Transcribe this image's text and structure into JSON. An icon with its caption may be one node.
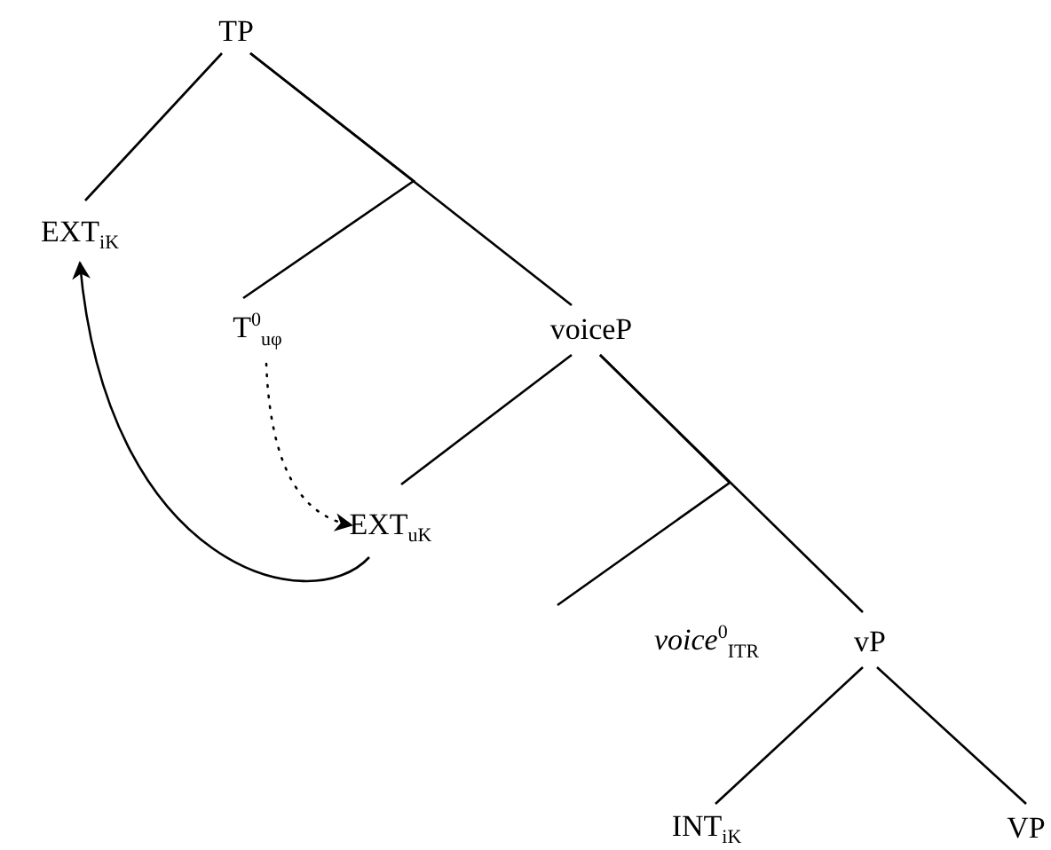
{
  "diagram": {
    "nodes": [
      {
        "text": [
          "TP"
        ]
      },
      {
        "text": [
          "EXT$_{iK}$"
        ]
      },
      {
        "text": [
          "T$^{0}$$_{uφ}$"
        ]
      },
      {
        "text": [
          "voiceP"
        ]
      },
      {
        "text": [
          "EXT$_{uK}$"
        ]
      },
      {
        "text": [
          "*voice*$^{0}$$_{ITR}$"
        ]
      },
      {
        "text": [
          "vP"
        ]
      },
      {
        "text": [
          "INT$_{iK}$"
        ]
      },
      {
        "text": [
          "VP"
        ]
      }
    ],
    "edges": [
      {
        "from": 0,
        "to": 1,
        "arrow": "none"
      },
      {
        "from": 0,
        "to": 2,
        "arrow": "none"
      },
      {
        "from": 0,
        "to": 3,
        "arrow": "none"
      },
      {
        "from": 3,
        "to": 4,
        "arrow": "none"
      },
      {
        "from": 3,
        "to": 5,
        "arrow": "none"
      },
      {
        "from": 3,
        "to": 6,
        "arrow": "none"
      },
      {
        "from": 6,
        "to": 7,
        "arrow": "none"
      },
      {
        "from": 6,
        "to": 8,
        "arrow": "none"
      },
      {
        "from": 4,
        "to": 1,
        "arrow": "to"
      },
      {
        "from": 2,
        "to": 4,
        "arrow": "to",
        "style": "dashed"
      }
    ]
  }
}
